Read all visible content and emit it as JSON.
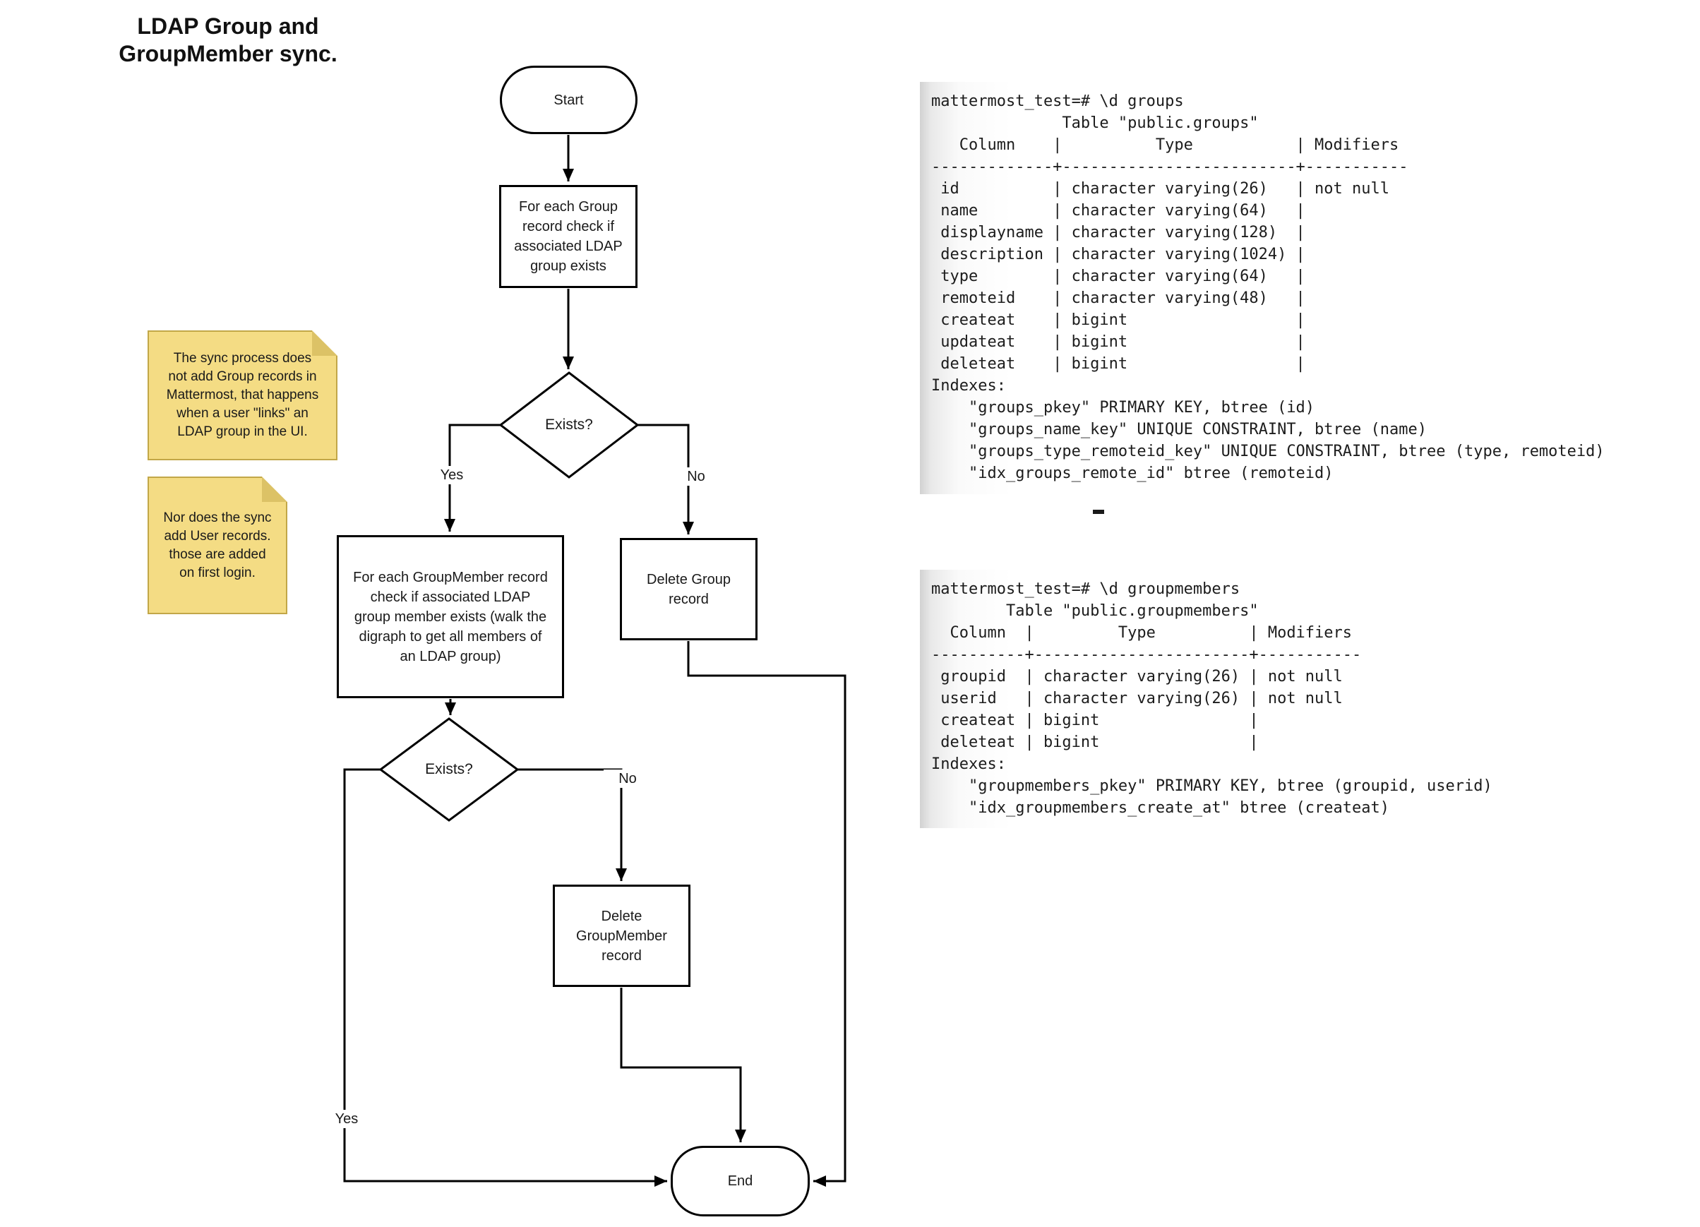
{
  "title": "LDAP Group and\nGroupMember sync.",
  "flowchart": {
    "start_label": "Start",
    "check_group_label": "For each Group\nrecord check if\nassociated LDAP\ngroup exists",
    "exists_group_label": "Exists?",
    "yes_group_label": "Yes",
    "no_group_label": "No",
    "check_groupmember_label": "For each GroupMember record\ncheck if associated LDAP\ngroup member exists (walk the\ndigraph to get all members of\nan LDAP group)",
    "delete_group_label": "Delete Group\nrecord",
    "exists_groupmember_label": "Exists?",
    "yes_groupmember_label": "Yes",
    "no_groupmember_label": "No",
    "delete_groupmember_label": "Delete\nGroupMember\nrecord",
    "end_label": "End"
  },
  "notes": {
    "group_note": "The sync process does\nnot add Group records in\nMattermost, that happens\nwhen a user \"links\" an\nLDAP group in the UI.",
    "user_note": "Nor does the sync\nadd User records.\nthose are added\non first login."
  },
  "terminals": {
    "groups_output": "mattermost_test=# \\d groups\n              Table \"public.groups\"\n   Column    |          Type           | Modifiers\n-------------+-------------------------+-----------\n id          | character varying(26)   | not null\n name        | character varying(64)   |\n displayname | character varying(128)  |\n description | character varying(1024) |\n type        | character varying(64)   |\n remoteid    | character varying(48)   |\n createat    | bigint                  |\n updateat    | bigint                  |\n deleteat    | bigint                  |\nIndexes:\n    \"groups_pkey\" PRIMARY KEY, btree (id)\n    \"groups_name_key\" UNIQUE CONSTRAINT, btree (name)\n    \"groups_type_remoteid_key\" UNIQUE CONSTRAINT, btree (type, remoteid)\n    \"idx_groups_remote_id\" btree (remoteid)",
    "groupmembers_output": "mattermost_test=# \\d groupmembers\n        Table \"public.groupmembers\"\n  Column  |         Type          | Modifiers\n----------+-----------------------+-----------\n groupid  | character varying(26) | not null\n userid   | character varying(26) | not null\n createat | bigint                |\n deleteat | bigint                |\nIndexes:\n    \"groupmembers_pkey\" PRIMARY KEY, btree (groupid, userid)\n    \"idx_groupmembers_create_at\" btree (createat)"
  },
  "colors": {
    "line": "#000000",
    "note_fill": "#F4DC84",
    "note_fold": "#DCC266",
    "note_border": "#C2A748",
    "terminal_edge_gray": "#d2d2d2"
  }
}
